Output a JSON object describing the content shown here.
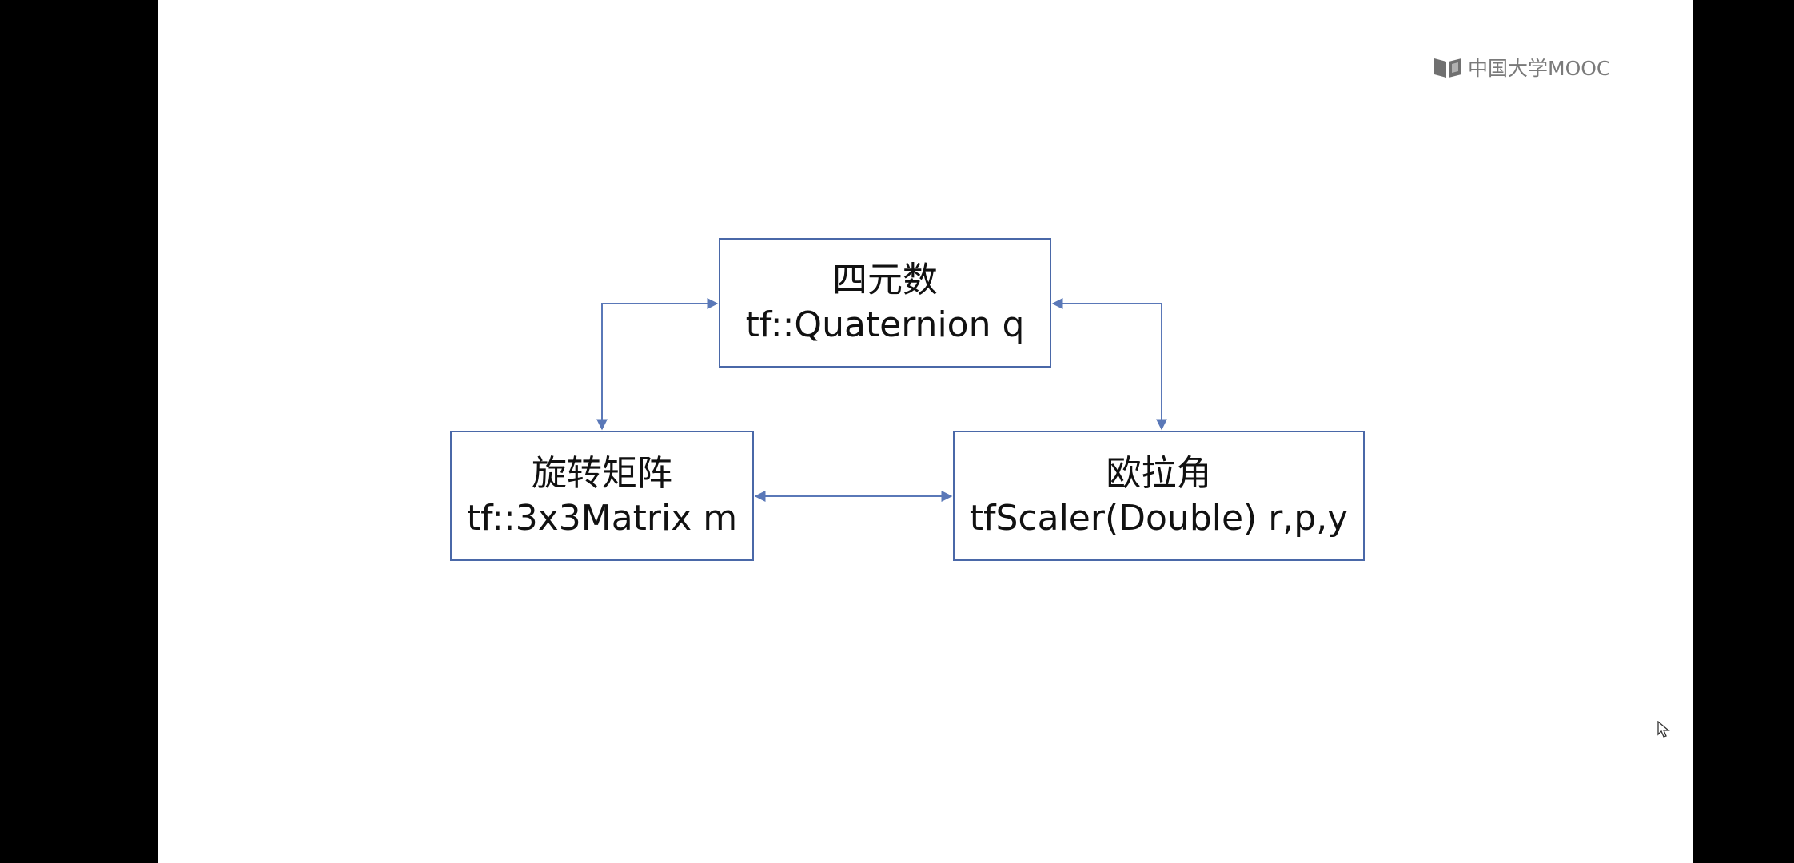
{
  "watermark": {
    "text": "中国大学MOOC",
    "icon": "book-logo-icon"
  },
  "diagram": {
    "nodes": [
      {
        "id": "quaternion",
        "title": "四元数",
        "code": "tf::Quaternion q"
      },
      {
        "id": "rotation",
        "title": "旋转矩阵",
        "code": "tf::3x3Matrix m"
      },
      {
        "id": "euler",
        "title": "欧拉角",
        "code": "tfScaler(Double) r,p,y"
      }
    ],
    "edges": [
      {
        "from": "quaternion",
        "to": "rotation",
        "direction": "both"
      },
      {
        "from": "quaternion",
        "to": "euler",
        "direction": "both"
      },
      {
        "from": "rotation",
        "to": "euler",
        "direction": "both"
      }
    ],
    "colors": {
      "border": "#4a68a8",
      "arrow": "#5a78b8"
    }
  },
  "cursor": {
    "icon": "mouse-pointer-icon"
  }
}
